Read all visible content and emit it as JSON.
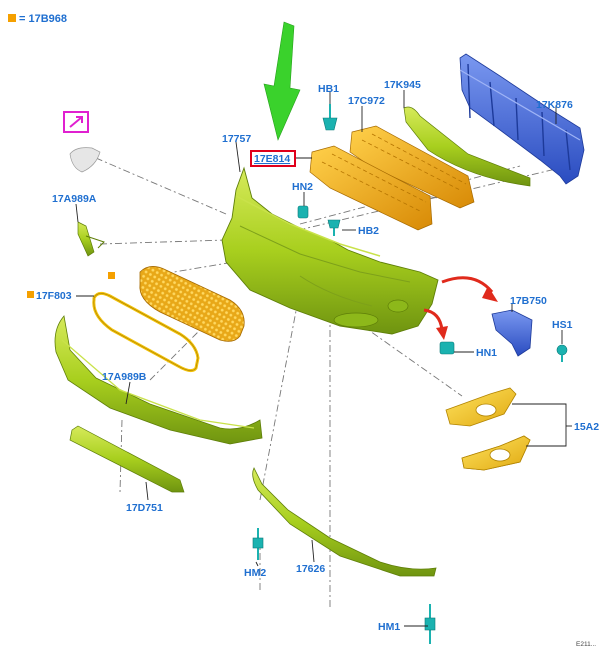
{
  "legend": {
    "label": "= 17B968",
    "marker_color": "#f5a000"
  },
  "parts": {
    "p_17B968": "17B968",
    "p_HB1": "HB1",
    "p_17C972": "17C972",
    "p_17K945": "17K945",
    "p_17K876": "17K876",
    "p_17757": "17757",
    "p_17E814": "17E814",
    "p_HN2": "HN2",
    "p_HB2": "HB2",
    "p_17A989A": "17A989A",
    "p_17F803": "17F803",
    "p_17B750": "17B750",
    "p_HS1": "HS1",
    "p_HN1": "HN1",
    "p_17A989B": "17A989B",
    "p_15A2": "15A2",
    "p_17D751": "17D751",
    "p_HM2": "HM2",
    "p_17626": "17626",
    "p_HM1": "HM1",
    "p_corner": "E211..."
  },
  "colors": {
    "lime": "#a8cf1e",
    "lime_dark": "#6f9410",
    "orange": "#f0a818",
    "yellow": "#f5c81a",
    "blue_beam": "#3a62d8",
    "teal_clip": "#1bb2b0",
    "arrow_green": "#3ad22c",
    "arrow_red": "#e02a1c",
    "highlight_red": "#e0001b",
    "magenta": "#e020d0"
  }
}
